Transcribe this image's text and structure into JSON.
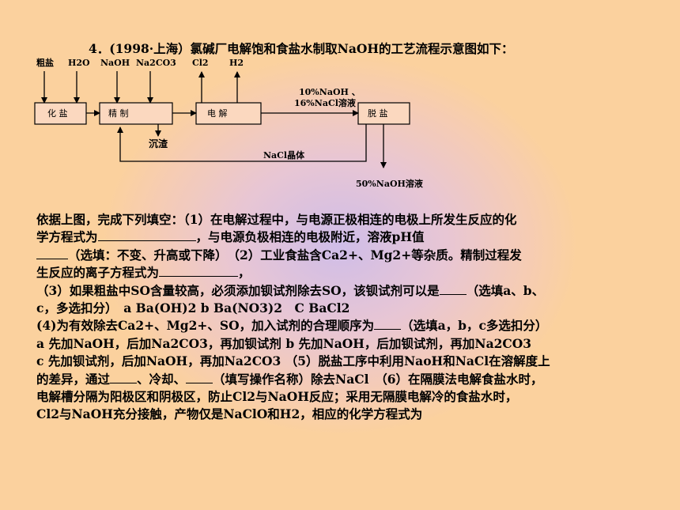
{
  "problem": {
    "title": "4．(1998·上海）氯碱厂电解饱和食盐水制取NaOH的工艺流程示意图如下："
  },
  "diagram": {
    "inputs": [
      "粗盐",
      "H2O",
      "NaOH",
      "Na2CO3",
      "Cl2",
      "H2"
    ],
    "boxes": {
      "huayan": "化 盐",
      "jingzhi": "精 制",
      "dianjie": "电 解",
      "tuoyan": "脱 盐"
    },
    "labels": {
      "product_line1": "10%NaOH 、",
      "product_line2": "16%NaCl溶液",
      "residue": "沉渣",
      "recycle": "NaCl晶体",
      "final_product": "50%NaOH溶液"
    }
  },
  "text": {
    "l1": "依据上图，完成下列填空：（1）在电解过程中，与电源正极相连的电极上所发生反应的化",
    "l2a": "学方程式为",
    "l2b": "，与电源负极相连的电极附近，溶液pH值",
    "l3a": "（选填：不变、升高或下降）　（2）工业食盐含Ca2+、Mg2+等杂质。精制过程发",
    "l4a": "生反应的离子方程式为",
    "l4b": "，",
    "l5a": "（3）如果粗盐中SO含量较高，必须添加钡试剂除去SO，该钡试剂可以是",
    "l5b": "（选填a、b、",
    "l6": "c，多选扣分）　a  Ba(OH)2  b  Ba(NO3)2　C  BaCl2",
    "l7a": "(4)为有效除去Ca2+、Mg2+、SO，加入试剂的合理顺序为",
    "l7b": "（选填a，b，c多选扣分）",
    "l8": "a  先加NaOH，后加Na2CO3，再加钡试剂  b  先加NaOH，后加钡试剂，再加Na2CO3",
    "l9": "c  先加钡试剂，后加NaOH，再加Na2CO3  （5）脱盐工序中利用NaoH和NaCl在溶解度上",
    "l10a": "的差异，通过",
    "l10b": "、冷却、",
    "l10c": "（填写操作名称）除去NaCl　（6）在隔膜法电解食盐水时，",
    "l11": "电解槽分隔为阳极区和阴极区，防止Cl2与NaOH反应；采用无隔膜电解冷的食盐水时，",
    "l12": "Cl2与NaOH充分接触，产物仅是NaClO和H2，相应的化学方程式为"
  }
}
